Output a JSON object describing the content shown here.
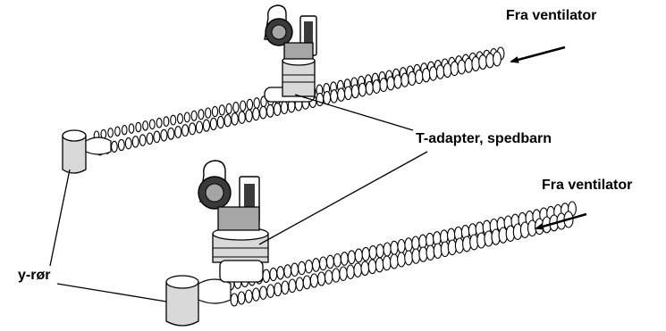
{
  "labels": {
    "top_ventilator": "Fra ventilator",
    "t_adapter": "T-adapter, spedbarn",
    "bottom_ventilator": "Fra ventilator",
    "y_piece": "y-rør"
  },
  "colors": {
    "line": "#000000",
    "tube_fill": "#ffffff",
    "shade_light": "#d9d9d9",
    "shade_mid": "#a6a6a6",
    "shade_dark": "#3a3a3a"
  },
  "icons": {
    "valve": "mdi-valve-icon",
    "arrow": "arrow-left-icon"
  }
}
